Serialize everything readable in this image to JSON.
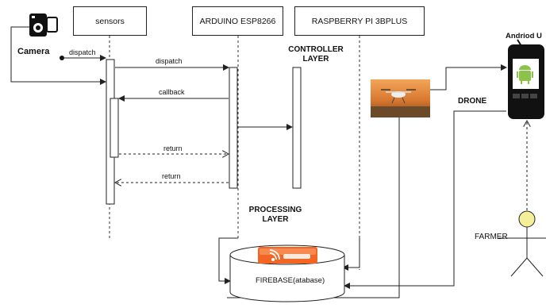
{
  "headers": {
    "sensors": "sensors",
    "arduino": "ARDUINO ESP8266",
    "raspberry": "RASPBERRY PI 3BPLUS"
  },
  "labels": {
    "camera": "Camera",
    "camera_dispatch": "dispatch",
    "dispatch": "dispatch",
    "callback": "callback",
    "return1": "return",
    "return2": "return",
    "controller_layer_1": "CONTROLLER",
    "controller_layer_2": "LAYER",
    "processing_layer_1": "PROCESSING",
    "processing_layer_2": "LAYER",
    "drone": "DRONE",
    "android": "Andriod U",
    "farmer": "FARMER",
    "firebase": "FIREBASE(atabase)"
  },
  "icons": [
    "camera-icon",
    "drone-photo",
    "android-phone-icon",
    "rss-feed-icon",
    "farmer-actor-icon"
  ],
  "colors": {
    "rss_orange": "#f26522",
    "android_green": "#8bc34a",
    "actor_head": "#f5ef9a",
    "line": "#222222"
  }
}
